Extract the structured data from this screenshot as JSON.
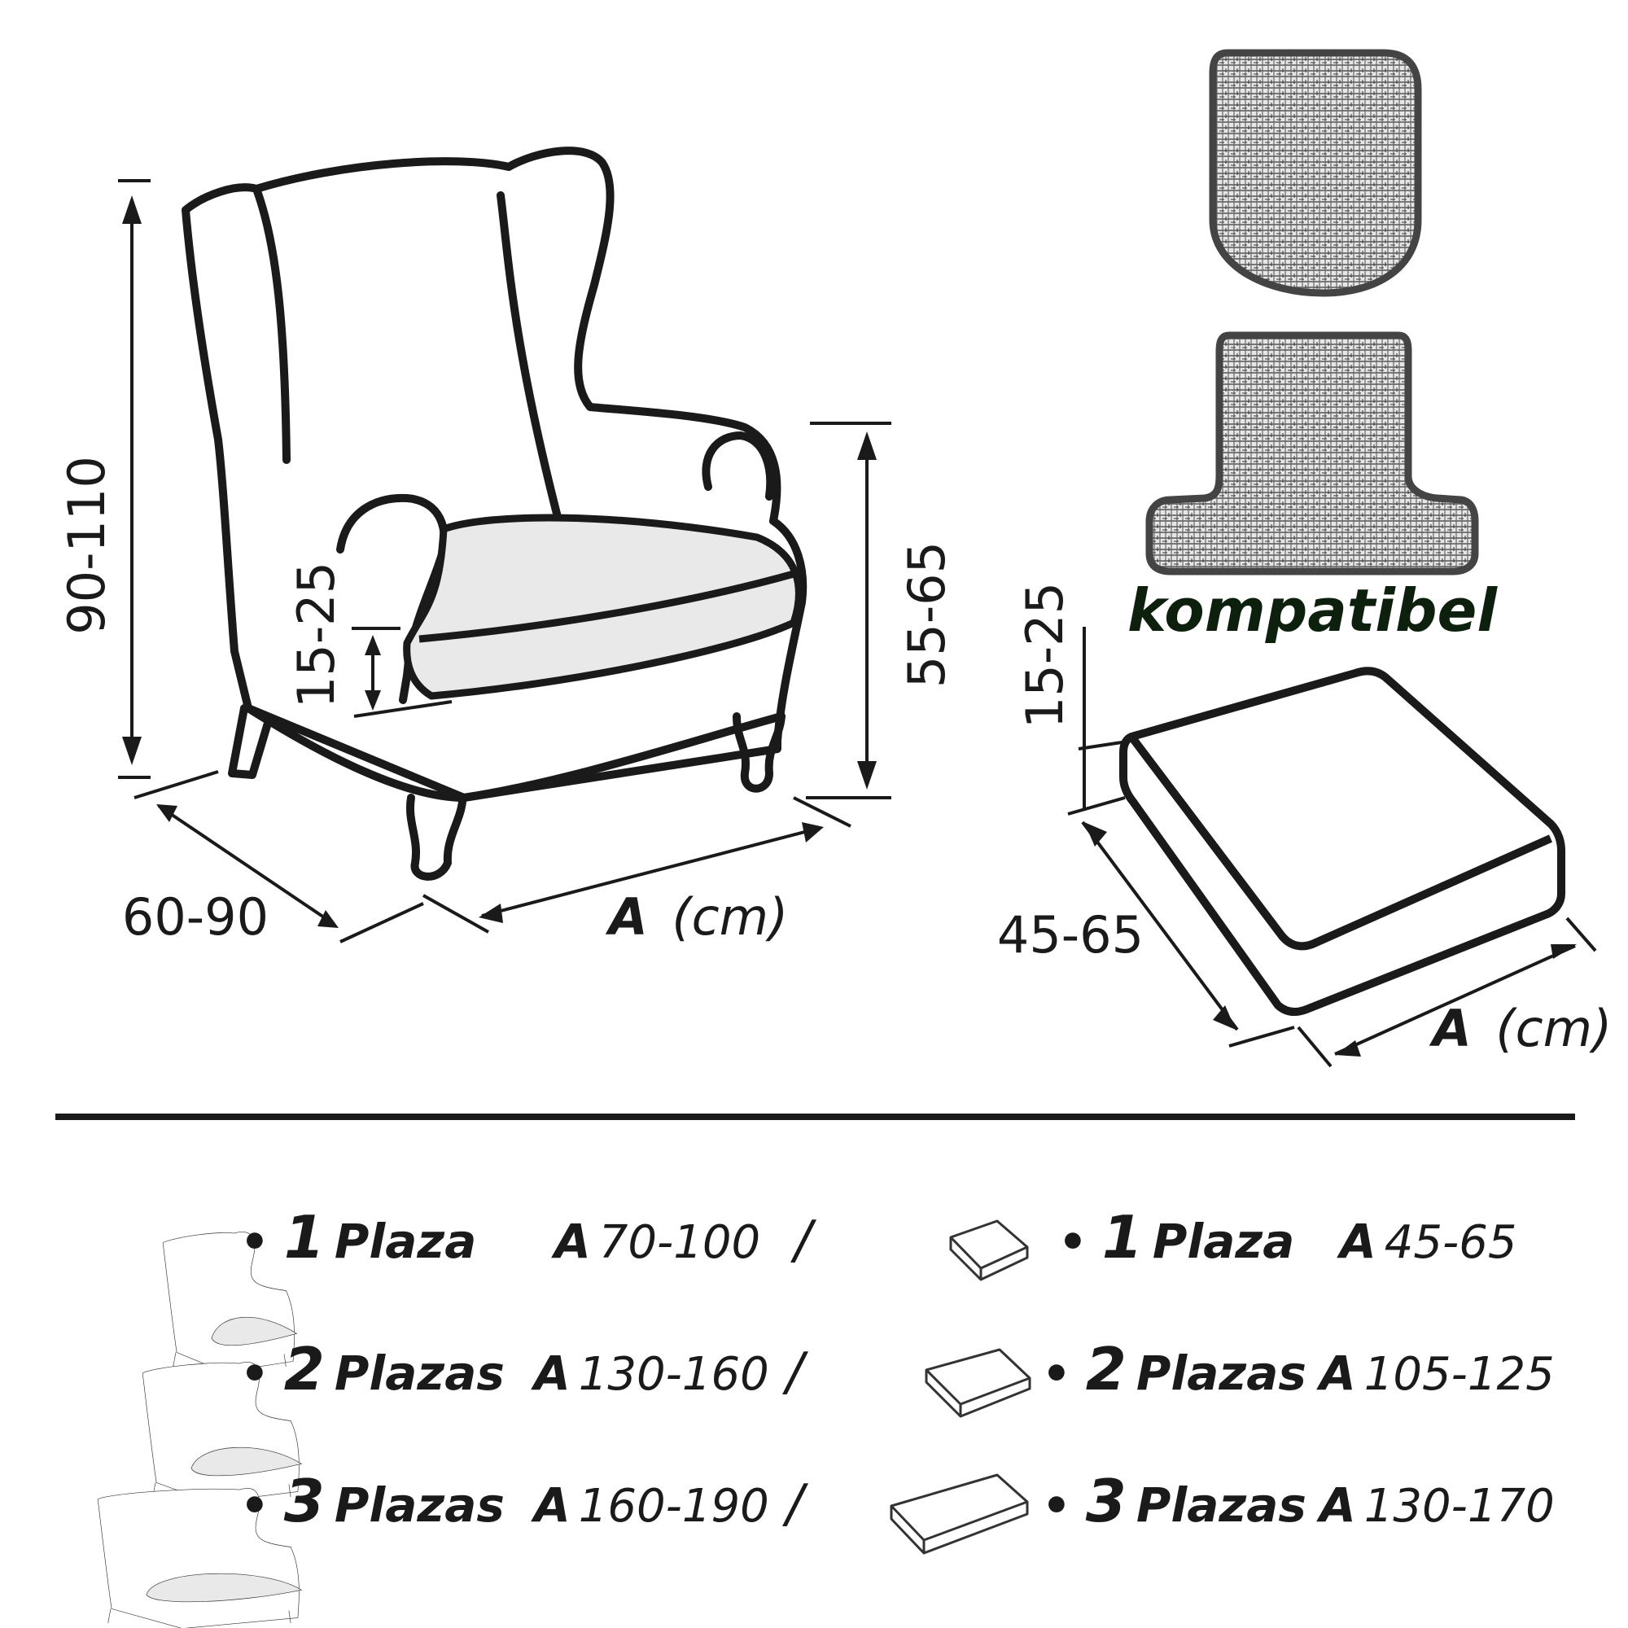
{
  "dimensions": {
    "chair_height": "90-110",
    "chair_depth": "60-90",
    "chair_seat_height": "55-65",
    "chair_cushion_thickness": "15-25",
    "cushion_thickness": "15-25",
    "cushion_depth": "45-65",
    "width_letter": "A",
    "width_unit": "(cm)"
  },
  "compat_label": "kompatibel",
  "legend": {
    "bullet": "•",
    "slash": "/",
    "chairs": [
      {
        "num": "1",
        "word": "Plaza",
        "letter": "A",
        "range": "70-100"
      },
      {
        "num": "2",
        "word": "Plazas",
        "letter": "A",
        "range": "130-160"
      },
      {
        "num": "3",
        "word": "Plazas",
        "letter": "A",
        "range": "160-190"
      }
    ],
    "cushions": [
      {
        "num": "1",
        "word": "Plaza",
        "letter": "A",
        "range": "45-65"
      },
      {
        "num": "2",
        "word": "Plazas",
        "letter": "A",
        "range": "105-125"
      },
      {
        "num": "3",
        "word": "Plazas",
        "letter": "A",
        "range": "130-170"
      }
    ]
  }
}
